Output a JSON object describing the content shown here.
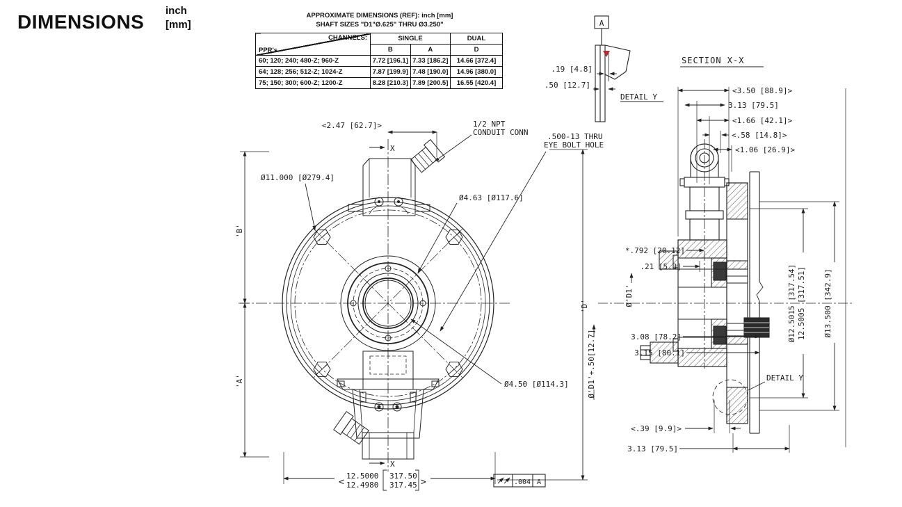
{
  "header": {
    "title": "DIMENSIONS",
    "units_inch": "inch",
    "units_mm": "[mm]"
  },
  "spec_table": {
    "note_line1": "APPROXIMATE DIMENSIONS (REF): inch [mm]",
    "note_line2": "SHAFT SIZES \"D1\"Ø.625\" THRU Ø3.250\"",
    "corner": {
      "top_right": "CHANNELS:",
      "bottom_left": "PPR's"
    },
    "col_groups": {
      "single": "SINGLE",
      "dual": "DUAL"
    },
    "columns": {
      "b": "B",
      "a": "A",
      "d": "D"
    },
    "rows": [
      {
        "ppr": "60; 120; 240; 480-Z; 960-Z",
        "b": "7.72 [196.1]",
        "a": "7.33 [186.2]",
        "d": "14.66 [372.4]"
      },
      {
        "ppr": "64; 128; 256; 512-Z; 1024-Z",
        "b": "7.87 [199.9]",
        "a": "7.48 [190.0]",
        "d": "14.96 [380.0]"
      },
      {
        "ppr": "75; 150; 300; 600-Z; 1200-Z",
        "b": "8.28 [210.3]",
        "a": "7.89 [200.5]",
        "d": "16.55 [420.4]"
      }
    ]
  },
  "front_view": {
    "dim_top": "<2.47 [62.7]>",
    "section_marker_top": "X",
    "section_marker_bottom": "X",
    "conduit_line1": "1/2 NPT",
    "conduit_line2": "CONDUIT CONN",
    "eyebolt_line1": ".500-13 THRU",
    "eyebolt_line2": "EYE BOLT HOLE",
    "dia_bolt_circle": "Ø11.000 [Ø279.4]",
    "dia_pilot": "Ø4.63 [Ø117.6]",
    "dia_bore": "Ø4.50 [Ø114.3]",
    "dim_b": "'B'",
    "dim_a": "'A'",
    "dim_d": "'D'",
    "flange_dim": {
      "open": "<",
      "close": ">",
      "inch_top": "12.5000",
      "inch_bottom": "12.4980",
      "mm_top": "317.50",
      "mm_bottom": "317.45"
    },
    "fcf": {
      "tolerance": ".004",
      "datum": "A"
    }
  },
  "detail_view": {
    "datum_label": "A",
    "dim_1": ".19 [4.8]",
    "dim_2": ".50 [12.7]",
    "label": "DETAIL Y",
    "marker_color": "#b03030"
  },
  "section_view": {
    "title": "SECTION X-X",
    "dims_top": [
      "<3.50 [88.9]>",
      "3.13 [79.5]",
      "<1.66 [42.1]>",
      "<.58 [14.8]>",
      "<1.06 [26.9]>"
    ],
    "dim_face": "*.792 [20.12]",
    "dim_step": ".21 [5.3]",
    "dim_shaft": "Ø'D1'",
    "dim_hub1": "3.08 [78.2]",
    "dim_hub2": "3.15 [80.1]",
    "dim_shaft_clear": "Ø'D1'+.50[12.7]",
    "dim_lip": "<.39 [9.9]>",
    "dim_depth": "3.13 [79.5]",
    "dia_pilot_line1": "Ø12.5015 [317.54]",
    "dia_pilot_line2": "12.5005 [317.51]",
    "dia_outer": "Ø13.500 [342.9]",
    "detail_label": "DETAIL Y"
  }
}
